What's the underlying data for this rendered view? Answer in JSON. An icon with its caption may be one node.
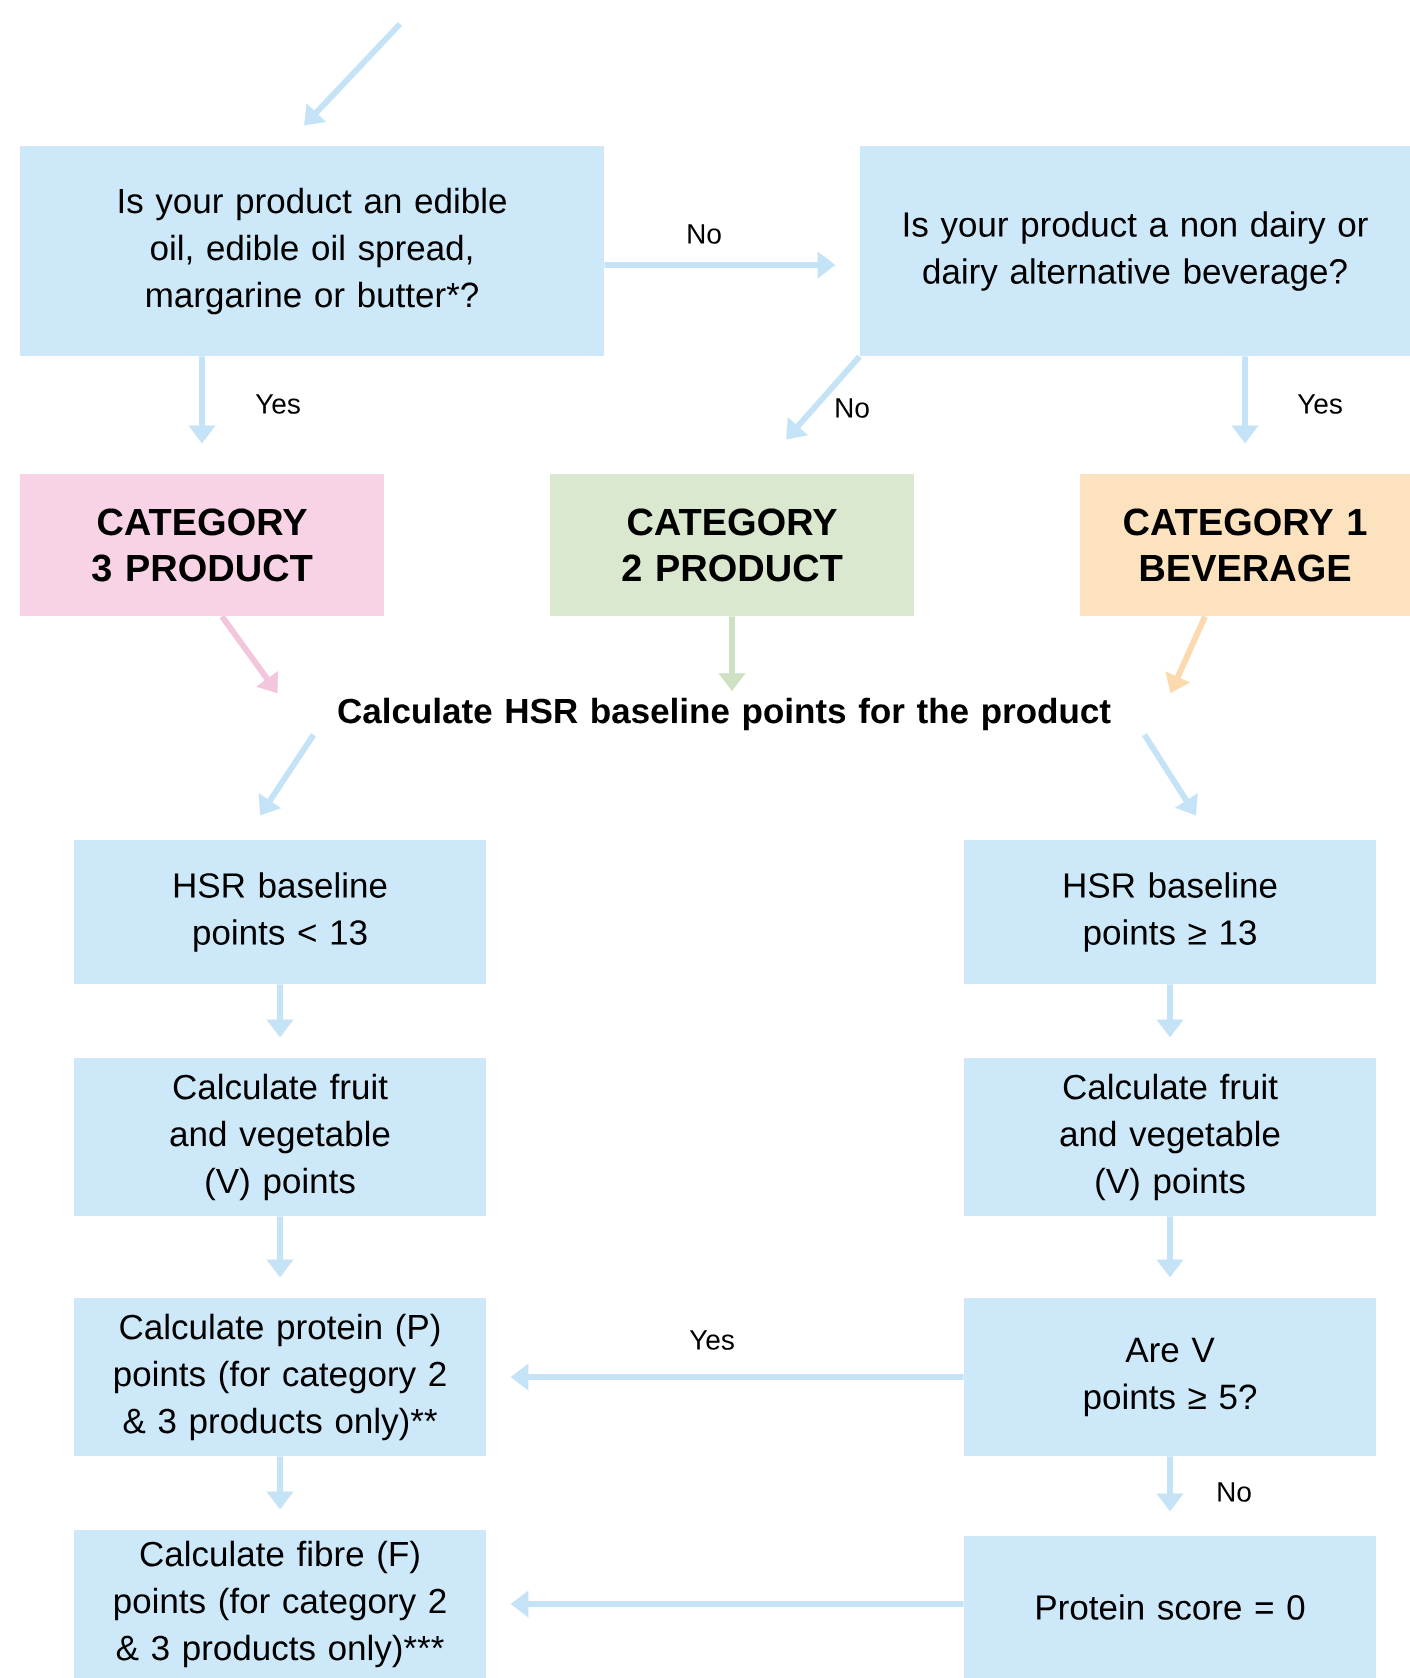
{
  "diagram": {
    "nodes": [
      {
        "text": [
          "Is your product an edible oil, edible oil spread, margarine or butter*?"
        ]
      },
      {
        "text": [
          "Is your product a non dairy or dairy alternative beverage?"
        ]
      },
      {
        "text": [
          "CATEGORY 3 PRODUCT"
        ]
      },
      {
        "text": [
          "CATEGORY 2 PRODUCT"
        ]
      },
      {
        "text": [
          "CATEGORY 1 BEVERAGE"
        ]
      },
      {
        "text": [
          "Calculate HSR baseline points for the product"
        ]
      },
      {
        "text": [
          "HSR baseline points < 13"
        ]
      },
      {
        "text": [
          "HSR baseline points ≥ 13"
        ]
      },
      {
        "text": [
          "Calculate fruit and vegetable (V) points"
        ]
      },
      {
        "text": [
          "Calculate fruit and vegetable (V) points"
        ]
      },
      {
        "text": [
          "Calculate protein (P) points (for category 2 & 3 products only)**"
        ]
      },
      {
        "text": [
          "Are V points ≥ 5?"
        ]
      },
      {
        "text": [
          "Calculate fibre (F) points (for category 2 & 3 products only)***"
        ]
      },
      {
        "text": [
          "Protein score = 0"
        ]
      }
    ],
    "edges": [
      {
        "from": null,
        "to": 0,
        "arrow": "to"
      },
      {
        "from": 0,
        "to": 1,
        "arrow": "to",
        "label": "No"
      },
      {
        "from": 0,
        "to": 2,
        "arrow": "to",
        "label": "Yes"
      },
      {
        "from": 1,
        "to": 3,
        "arrow": "to",
        "label": "No"
      },
      {
        "from": 1,
        "to": 4,
        "arrow": "to",
        "label": "Yes"
      },
      {
        "from": 2,
        "to": 5,
        "arrow": "to",
        "color": "#f4c6de"
      },
      {
        "from": 3,
        "to": 5,
        "arrow": "to",
        "color": "#cfe0c3"
      },
      {
        "from": 4,
        "to": 5,
        "arrow": "to",
        "color": "#fcd9ae"
      },
      {
        "from": 5,
        "to": 6,
        "arrow": "to"
      },
      {
        "from": 5,
        "to": 7,
        "arrow": "to"
      },
      {
        "from": 6,
        "to": 8,
        "arrow": "to"
      },
      {
        "from": 8,
        "to": 10,
        "arrow": "to"
      },
      {
        "from": 10,
        "to": 12,
        "arrow": "to"
      },
      {
        "from": 7,
        "to": 9,
        "arrow": "to"
      },
      {
        "from": 9,
        "to": 11,
        "arrow": "to"
      },
      {
        "from": 11,
        "to": 10,
        "arrow": "to",
        "label": "Yes"
      },
      {
        "from": 11,
        "to": 13,
        "arrow": "to",
        "label": "No"
      },
      {
        "from": 13,
        "to": 12,
        "arrow": "to"
      }
    ]
  }
}
